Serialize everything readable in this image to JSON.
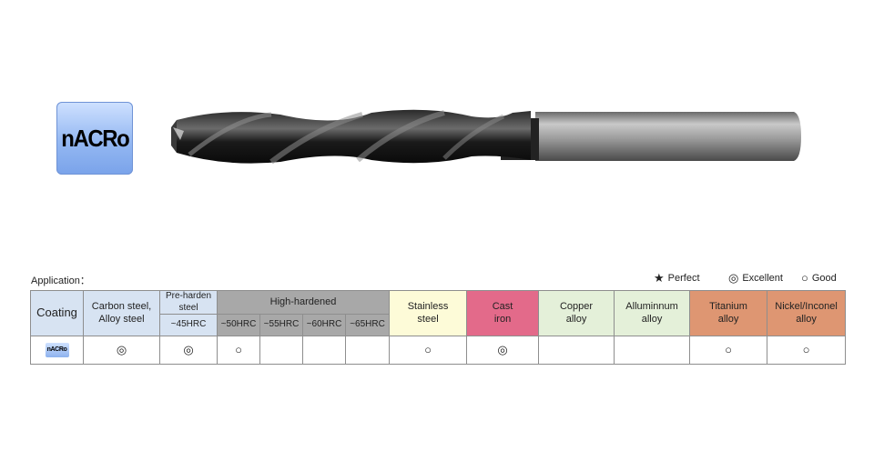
{
  "header": {
    "logo_text": "nACRo"
  },
  "application_label": "Application：",
  "legend": [
    {
      "glyph": "★",
      "label": "Perfect"
    },
    {
      "glyph": "◎",
      "label": "Excellent"
    },
    {
      "glyph": "○",
      "label": "Good"
    }
  ],
  "table": {
    "coating_header": "Coating",
    "carbon_steel": [
      "Carbon steel,",
      "Alloy steel"
    ],
    "pre_harden": [
      "Pre-harden",
      "steel"
    ],
    "pre_harden_sub": "~45HRC",
    "high_hardened": "High-hardened",
    "high_hardened_subs": [
      "~50HRC",
      "~55HRC",
      "~60HRC",
      "~65HRC"
    ],
    "stainless": [
      "Stainless",
      "steel"
    ],
    "cast_iron": [
      "Cast",
      "iron"
    ],
    "copper": [
      "Copper",
      "alloy"
    ],
    "aluminum": [
      "Alluminnum",
      "alloy"
    ],
    "titanium": [
      "Titanium",
      "alloy"
    ],
    "nickel": [
      "Nickel/Inconel",
      "alloy"
    ],
    "row": {
      "coating": "nACRo",
      "carbon_steel": "◎",
      "pre_harden": "◎",
      "hrc50": "○",
      "hrc55": "",
      "hrc60": "",
      "hrc65": "",
      "stainless": "○",
      "cast_iron": "◎",
      "copper": "",
      "aluminum": "",
      "titanium": "○",
      "nickel": "○"
    }
  }
}
